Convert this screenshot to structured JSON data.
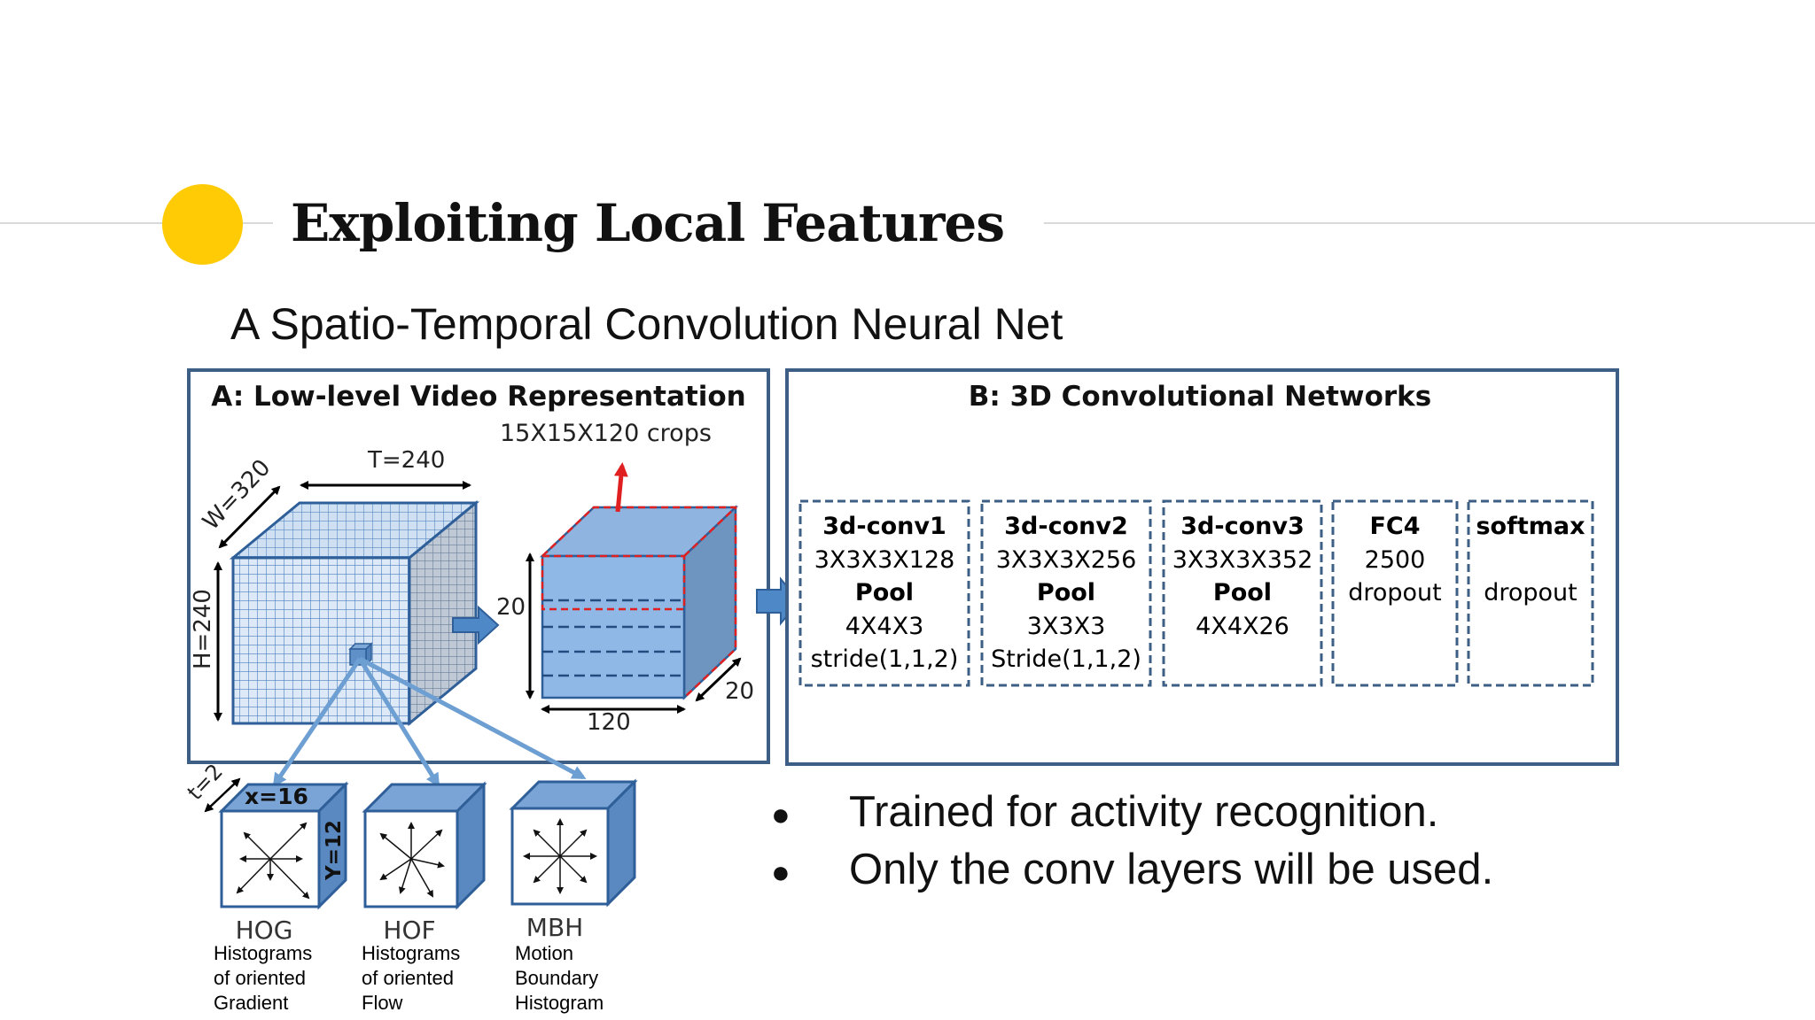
{
  "slide": {
    "title": "Exploiting Local Features",
    "subtitle": "A Spatio-Temporal Convolution Neural Net",
    "accent_color": "#ffcb05"
  },
  "diagram": {
    "panel_a": {
      "title": "A: Low-level Video Representation",
      "t_label": "T=240",
      "w_label": "W=320",
      "h_label": "H=240",
      "crops_label": "15X15X120 crops",
      "crop_side_label": "20",
      "crop_depth_label": "20",
      "crop_width_label": "120",
      "t2_label": "t=2",
      "x_label": "x=16",
      "y_label": "Y=12"
    },
    "descriptors": [
      {
        "name": "HOG",
        "lines": [
          "Histograms",
          "of oriented",
          "Gradient"
        ]
      },
      {
        "name": "HOF",
        "lines": [
          "Histograms",
          "of oriented",
          "Flow"
        ]
      },
      {
        "name": "MBH",
        "lines": [
          "Motion",
          "Boundary",
          "Histogram"
        ]
      }
    ],
    "panel_b": {
      "title": "B: 3D Convolutional Networks",
      "blocks": [
        {
          "l1": "3d-conv1",
          "l2": "3X3X3X128",
          "l3": "Pool",
          "l4": "4X4X3",
          "l5": "stride(1,1,2)"
        },
        {
          "l1": "3d-conv2",
          "l2": "3X3X3X256",
          "l3": "Pool",
          "l4": "3X3X3",
          "l5": "Stride(1,1,2)"
        },
        {
          "l1": "3d-conv3",
          "l2": "3X3X3X352",
          "l3": "Pool",
          "l4": "4X4X26",
          "l5": ""
        },
        {
          "l1": "FC4",
          "l2": "2500",
          "l3": "dropout",
          "l4": "",
          "l5": ""
        },
        {
          "l1": "softmax",
          "l2": "",
          "l3": "dropout",
          "l4": "",
          "l5": ""
        }
      ]
    }
  },
  "bullets": [
    "Trained for activity recognition.",
    "Only the conv layers will be used."
  ]
}
